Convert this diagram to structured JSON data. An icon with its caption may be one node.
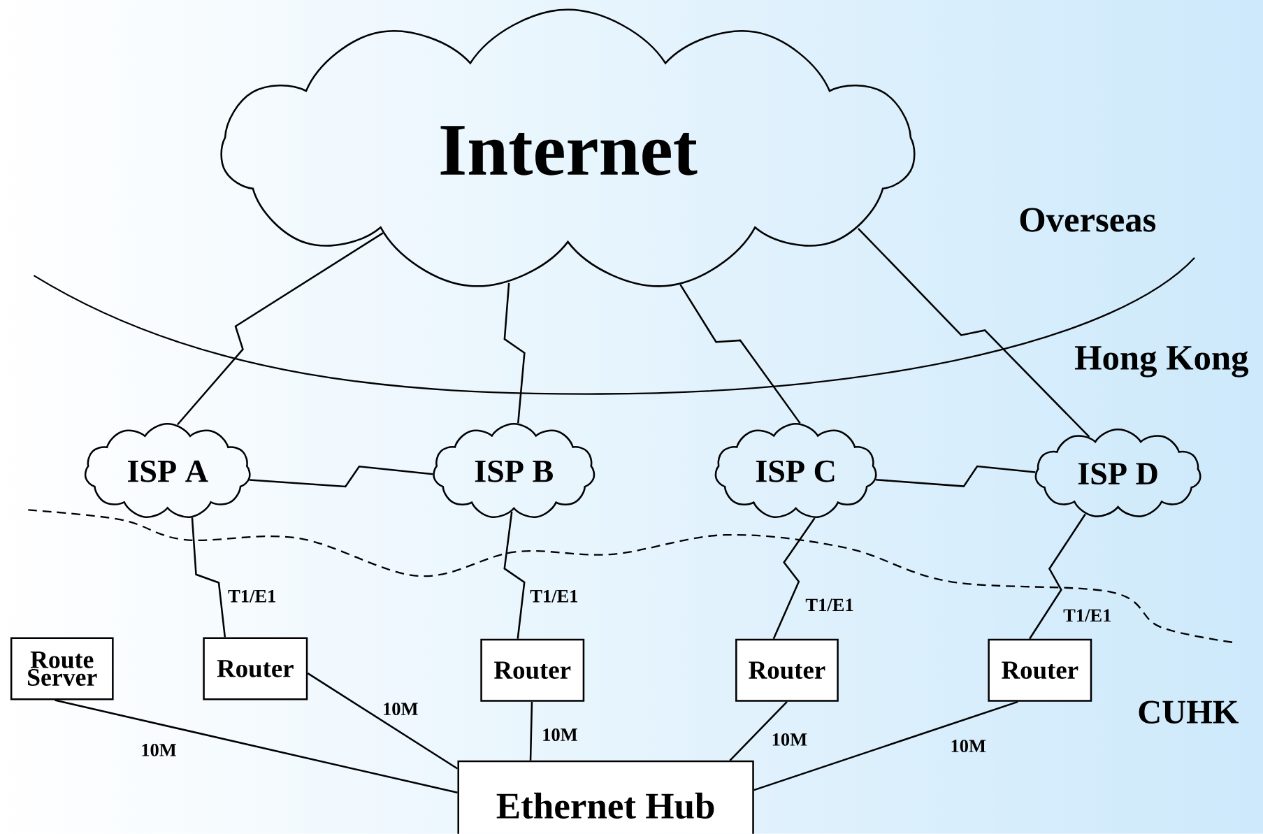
{
  "diagram": {
    "nodes": [
      {
        "text": [
          "Internet"
        ]
      },
      {
        "text": [
          "ISP A"
        ]
      },
      {
        "text": [
          "ISP B"
        ]
      },
      {
        "text": [
          "ISP C"
        ]
      },
      {
        "text": [
          "ISP D"
        ]
      },
      {
        "text": [
          "Route Server"
        ]
      },
      {
        "text": [
          "Router"
        ]
      },
      {
        "text": [
          "Router"
        ]
      },
      {
        "text": [
          "Router"
        ]
      },
      {
        "text": [
          "Router"
        ]
      },
      {
        "text": [
          "Ethernet Hub"
        ]
      }
    ],
    "edges": [
      {
        "from": 0,
        "to": 1,
        "arrow": "none"
      },
      {
        "from": 0,
        "to": 2,
        "arrow": "none"
      },
      {
        "from": 0,
        "to": 3,
        "arrow": "none"
      },
      {
        "from": 0,
        "to": 4,
        "arrow": "none"
      },
      {
        "from": 1,
        "to": 2,
        "arrow": "none"
      },
      {
        "from": 3,
        "to": 4,
        "arrow": "none"
      },
      {
        "from": 1,
        "to": 6,
        "arrow": "none",
        "label": "T1/E1"
      },
      {
        "from": 2,
        "to": 7,
        "arrow": "none",
        "label": "T1/E1"
      },
      {
        "from": 3,
        "to": 8,
        "arrow": "none",
        "label": "T1/E1"
      },
      {
        "from": 4,
        "to": 9,
        "arrow": "none",
        "label": "T1/E1"
      },
      {
        "from": 5,
        "to": 10,
        "arrow": "none",
        "label": "10M"
      },
      {
        "from": 6,
        "to": 10,
        "arrow": "none",
        "label": "10M"
      },
      {
        "from": 7,
        "to": 10,
        "arrow": "none",
        "label": "10M"
      },
      {
        "from": 8,
        "to": 10,
        "arrow": "none",
        "label": "10M"
      },
      {
        "from": 9,
        "to": 10,
        "arrow": "none",
        "label": "10M"
      }
    ],
    "labels": [
      "Overseas",
      "Hong Kong",
      "CUHK"
    ]
  }
}
